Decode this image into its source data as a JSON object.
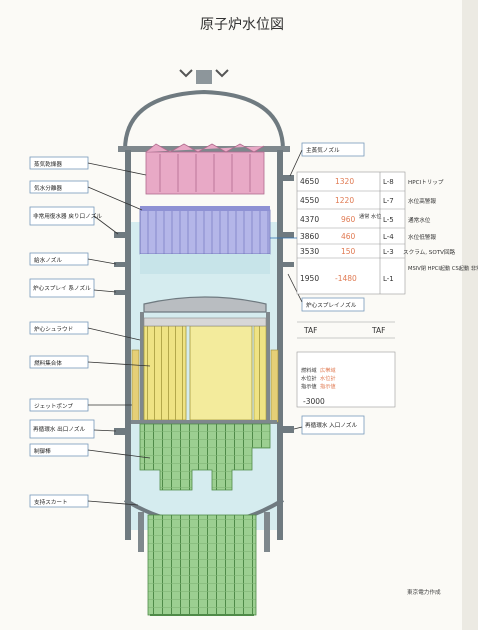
{
  "title": "原子炉水位図",
  "left_labels": [
    "蒸気乾燥器",
    "気水分離器",
    "非常用復水器 戻り口ノズル",
    "給水ノズル",
    "炉心スプレイ 系ノズル",
    "炉心シュラウド",
    "燃料集合体",
    "ジェットポンプ",
    "再循環水 出口ノズル",
    "制御棒",
    "支持スカート"
  ],
  "right_labels": [
    "主蒸気ノズル",
    "炉心スプレイノズル",
    "再循環水 入口ノズル"
  ],
  "level_rows": [
    {
      "mm": "4650",
      "red": "1320",
      "code": "L-8",
      "desc": "HPCIトリップ"
    },
    {
      "mm": "4550",
      "red": "1220",
      "code": "L-7",
      "desc": "水位高警報"
    },
    {
      "mm": "4370",
      "red": "960",
      "code": "L-5",
      "desc": "通常水位",
      "note": "通常 水位"
    },
    {
      "mm": "3860",
      "red": "460",
      "code": "L-4",
      "desc": "水位低警報"
    },
    {
      "mm": "3530",
      "red": "150",
      "code": "L-3",
      "desc": "スクラム, SOTV回路"
    },
    {
      "mm": "1950",
      "red": "-1480",
      "code": "L-1",
      "desc": "MSIV閉 HPCI起動 CS起動 非常用DG起動"
    }
  ],
  "taf": {
    "left": "TAF",
    "right": "TAF"
  },
  "fuel_lines": [
    {
      "label": "燃料域",
      "value": "広帯域"
    },
    {
      "label": "水位計",
      "value": "水位計"
    },
    {
      "label": "指示値",
      "value": "指示値"
    }
  ],
  "bottom_value": "-3000",
  "credit": "東京電力作成",
  "colors": {
    "dryer": "#e8a9c6",
    "separator": "#b4b6e8",
    "water": "#d5ecef",
    "fuel": "#f3eb9c",
    "control_rods": "#9ccf91",
    "vessel": "#6f7a80",
    "level_red": "#e07a52"
  },
  "icons": [
    "reactor-vessel-icon"
  ]
}
